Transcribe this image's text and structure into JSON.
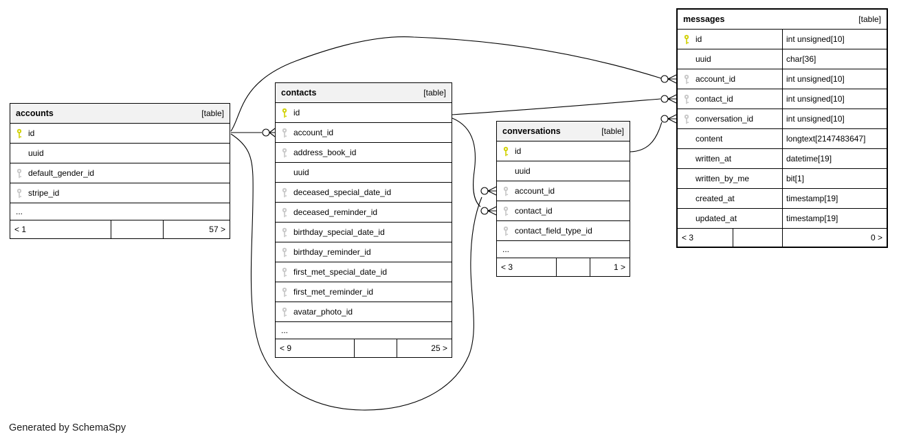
{
  "diagram": {
    "generated_note": "Generated by SchemaSpy",
    "colors": {
      "primary_key_icon": "#d2d20a",
      "foreign_key_icon": "#c9c9c9",
      "header_bg": "#f2f2f2",
      "border": "#000000"
    },
    "tables": [
      {
        "name": "accounts",
        "badge": "[table]",
        "columns": [
          {
            "name": "id",
            "key": "primary"
          },
          {
            "name": "uuid",
            "key": ""
          },
          {
            "name": "default_gender_id",
            "key": "foreign"
          },
          {
            "name": "stripe_id",
            "key": "foreign"
          }
        ],
        "ellipsis": "...",
        "footer": {
          "left": "< 1",
          "middle": "",
          "right": "57 >"
        }
      },
      {
        "name": "contacts",
        "badge": "[table]",
        "columns": [
          {
            "name": "id",
            "key": "primary"
          },
          {
            "name": "account_id",
            "key": "foreign"
          },
          {
            "name": "address_book_id",
            "key": "foreign"
          },
          {
            "name": "uuid",
            "key": ""
          },
          {
            "name": "deceased_special_date_id",
            "key": "foreign"
          },
          {
            "name": "deceased_reminder_id",
            "key": "foreign"
          },
          {
            "name": "birthday_special_date_id",
            "key": "foreign"
          },
          {
            "name": "birthday_reminder_id",
            "key": "foreign"
          },
          {
            "name": "first_met_special_date_id",
            "key": "foreign"
          },
          {
            "name": "first_met_reminder_id",
            "key": "foreign"
          },
          {
            "name": "avatar_photo_id",
            "key": "foreign"
          }
        ],
        "ellipsis": "...",
        "footer": {
          "left": "< 9",
          "middle": "",
          "right": "25 >"
        }
      },
      {
        "name": "conversations",
        "badge": "[table]",
        "columns": [
          {
            "name": "id",
            "key": "primary"
          },
          {
            "name": "uuid",
            "key": ""
          },
          {
            "name": "account_id",
            "key": "foreign"
          },
          {
            "name": "contact_id",
            "key": "foreign"
          },
          {
            "name": "contact_field_type_id",
            "key": "foreign"
          }
        ],
        "ellipsis": "...",
        "footer": {
          "left": "< 3",
          "middle": "",
          "right": "1 >"
        }
      },
      {
        "name": "messages",
        "badge": "[table]",
        "focal": true,
        "columns": [
          {
            "name": "id",
            "type": "int unsigned[10]",
            "key": "primary"
          },
          {
            "name": "uuid",
            "type": "char[36]",
            "key": ""
          },
          {
            "name": "account_id",
            "type": "int unsigned[10]",
            "key": "foreign"
          },
          {
            "name": "contact_id",
            "type": "int unsigned[10]",
            "key": "foreign"
          },
          {
            "name": "conversation_id",
            "type": "int unsigned[10]",
            "key": "foreign"
          },
          {
            "name": "content",
            "type": "longtext[2147483647]",
            "key": ""
          },
          {
            "name": "written_at",
            "type": "datetime[19]",
            "key": ""
          },
          {
            "name": "written_by_me",
            "type": "bit[1]",
            "key": ""
          },
          {
            "name": "created_at",
            "type": "timestamp[19]",
            "key": ""
          },
          {
            "name": "updated_at",
            "type": "timestamp[19]",
            "key": ""
          }
        ],
        "footer": {
          "left": "< 3",
          "middle": "",
          "right": "0 >"
        }
      }
    ],
    "relationships": [
      {
        "from": "accounts.id",
        "to": "contacts.account_id"
      },
      {
        "from": "accounts.id",
        "to": "messages.account_id"
      },
      {
        "from": "accounts.id",
        "to": "conversations.account_id"
      },
      {
        "from": "contacts.id",
        "to": "conversations.contact_id"
      },
      {
        "from": "contacts.id",
        "to": "messages.contact_id"
      },
      {
        "from": "conversations.id",
        "to": "messages.conversation_id"
      }
    ]
  }
}
